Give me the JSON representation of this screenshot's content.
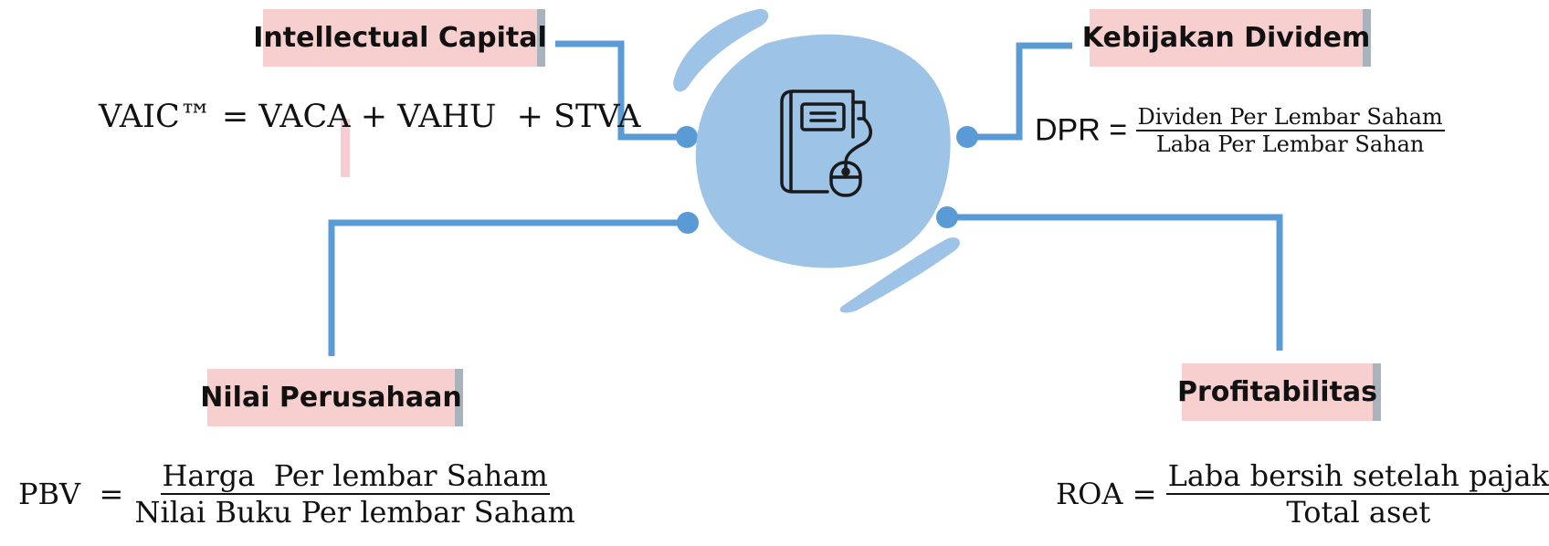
{
  "labels": {
    "intellectual_capital": "Intellectual Capital",
    "kebijakan_dividem": "Kebijakan Dividem",
    "nilai_perusahaan": "Nilai Perusahaan",
    "profitabilitas": "Profitabilitas"
  },
  "formulas": {
    "vaic": {
      "lhs": "VAIC™",
      "eq": " = ",
      "rhs": "VACA + VAHU  + STVA"
    },
    "dpr": {
      "lhs": "DPR = ",
      "numerator": "Dividen Per Lembar Saham",
      "denominator": "Laba Per Lembar Sahan"
    },
    "pbv": {
      "lhs": "PBV  = ",
      "numerator": "Harga  Per lembar Saham",
      "denominator": "Nilai Buku Per lembar Saham"
    },
    "roa": {
      "lhs": "ROA = ",
      "numerator": "Laba bersih setelah pajak",
      "denominator": "Total aset"
    }
  },
  "colors": {
    "connector": "#5b9bd5",
    "blob": "#9dc3e6",
    "label_background": "#f8cfcf",
    "label_edge": "#a9b3bc",
    "icon": "#1a1a1a"
  },
  "icon": "book-with-mouse-icon"
}
